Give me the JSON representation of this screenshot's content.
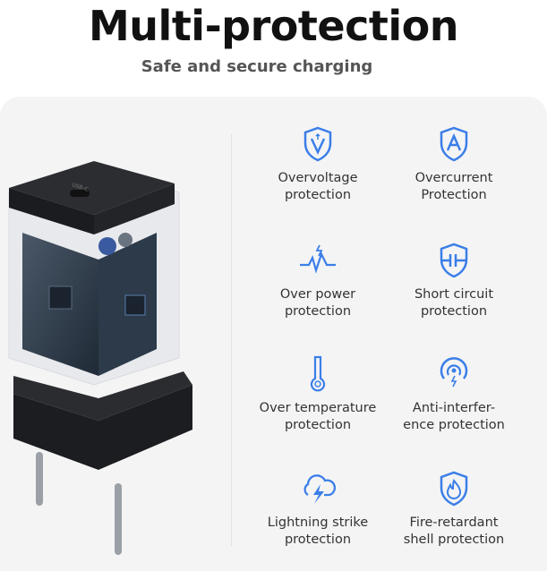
{
  "header": {
    "title": "Multi-protection",
    "subtitle": "Safe and secure charging"
  },
  "product": {
    "port_label": "USB-C"
  },
  "accent_color": "#3a7ee8",
  "features": [
    {
      "icon": "shield-v-icon",
      "line1": "Overvoltage",
      "line2": "protection"
    },
    {
      "icon": "shield-a-icon",
      "line1": "Overcurrent",
      "line2": "Protection"
    },
    {
      "icon": "power-wave-icon",
      "line1": "Over power",
      "line2": "protection"
    },
    {
      "icon": "shield-short-circuit-icon",
      "line1": "Short circuit",
      "line2": "protection"
    },
    {
      "icon": "thermometer-icon",
      "line1": "Over temperature",
      "line2": "protection"
    },
    {
      "icon": "signal-icon",
      "line1": "Anti-interfer-",
      "line2": "ence protection"
    },
    {
      "icon": "lightning-cloud-icon",
      "line1": "Lightning strike",
      "line2": "protection"
    },
    {
      "icon": "shield-fire-icon",
      "line1": "Fire-retardant",
      "line2": "shell protection"
    }
  ]
}
